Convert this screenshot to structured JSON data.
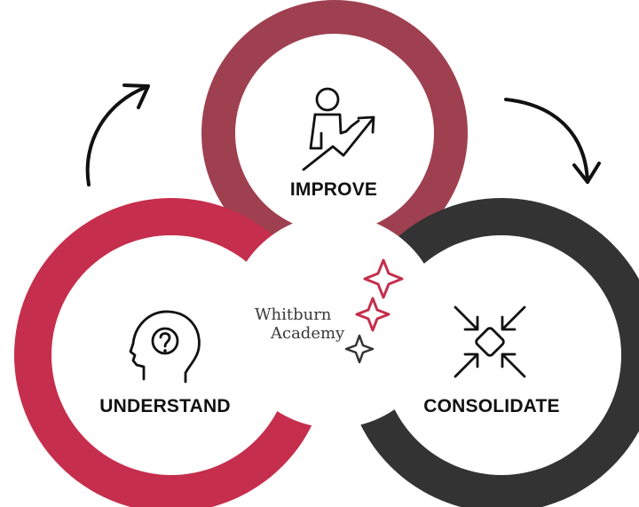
{
  "stages": {
    "improve": {
      "label": "IMPROVE",
      "color": "#9e4050"
    },
    "understand": {
      "label": "UNDERSTAND",
      "color": "#c52e4c"
    },
    "consolidate": {
      "label": "CONSOLIDATE",
      "color": "#333333"
    }
  },
  "logo": {
    "line1": "Whitburn",
    "line2": "Academy",
    "star_colors": [
      "#c52e4c",
      "#c52e4c",
      "#333333"
    ]
  },
  "icons": {
    "improve": "person-rising-arrow-icon",
    "understand": "head-question-icon",
    "consolidate": "arrows-inward-diamond-icon"
  }
}
